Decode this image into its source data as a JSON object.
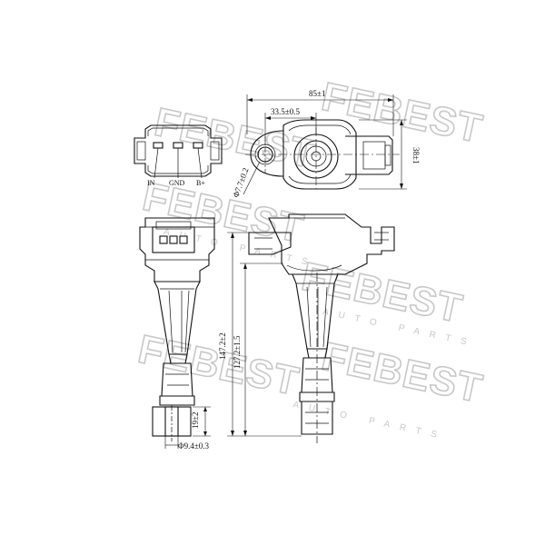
{
  "watermark": {
    "brand": "FEBEST",
    "tagline": "AUTO PARTS"
  },
  "connector_pins": {
    "pin1": "IN",
    "pin2": "GND",
    "pin3": "B+"
  },
  "dimensions": {
    "overall_width": "85±1",
    "mount_to_center": "33.5±0.5",
    "height_top": "38±1",
    "mount_hole": "Φ7.7±0.2",
    "overall_length": "147.2±2",
    "body_length": "127.2±1.5",
    "boot_depth": "19±2",
    "terminal_dia": "Φ9.4±0.3"
  },
  "colors": {
    "line": "#111111",
    "watermark": "#c8c8c8",
    "hatch": "#111111"
  }
}
